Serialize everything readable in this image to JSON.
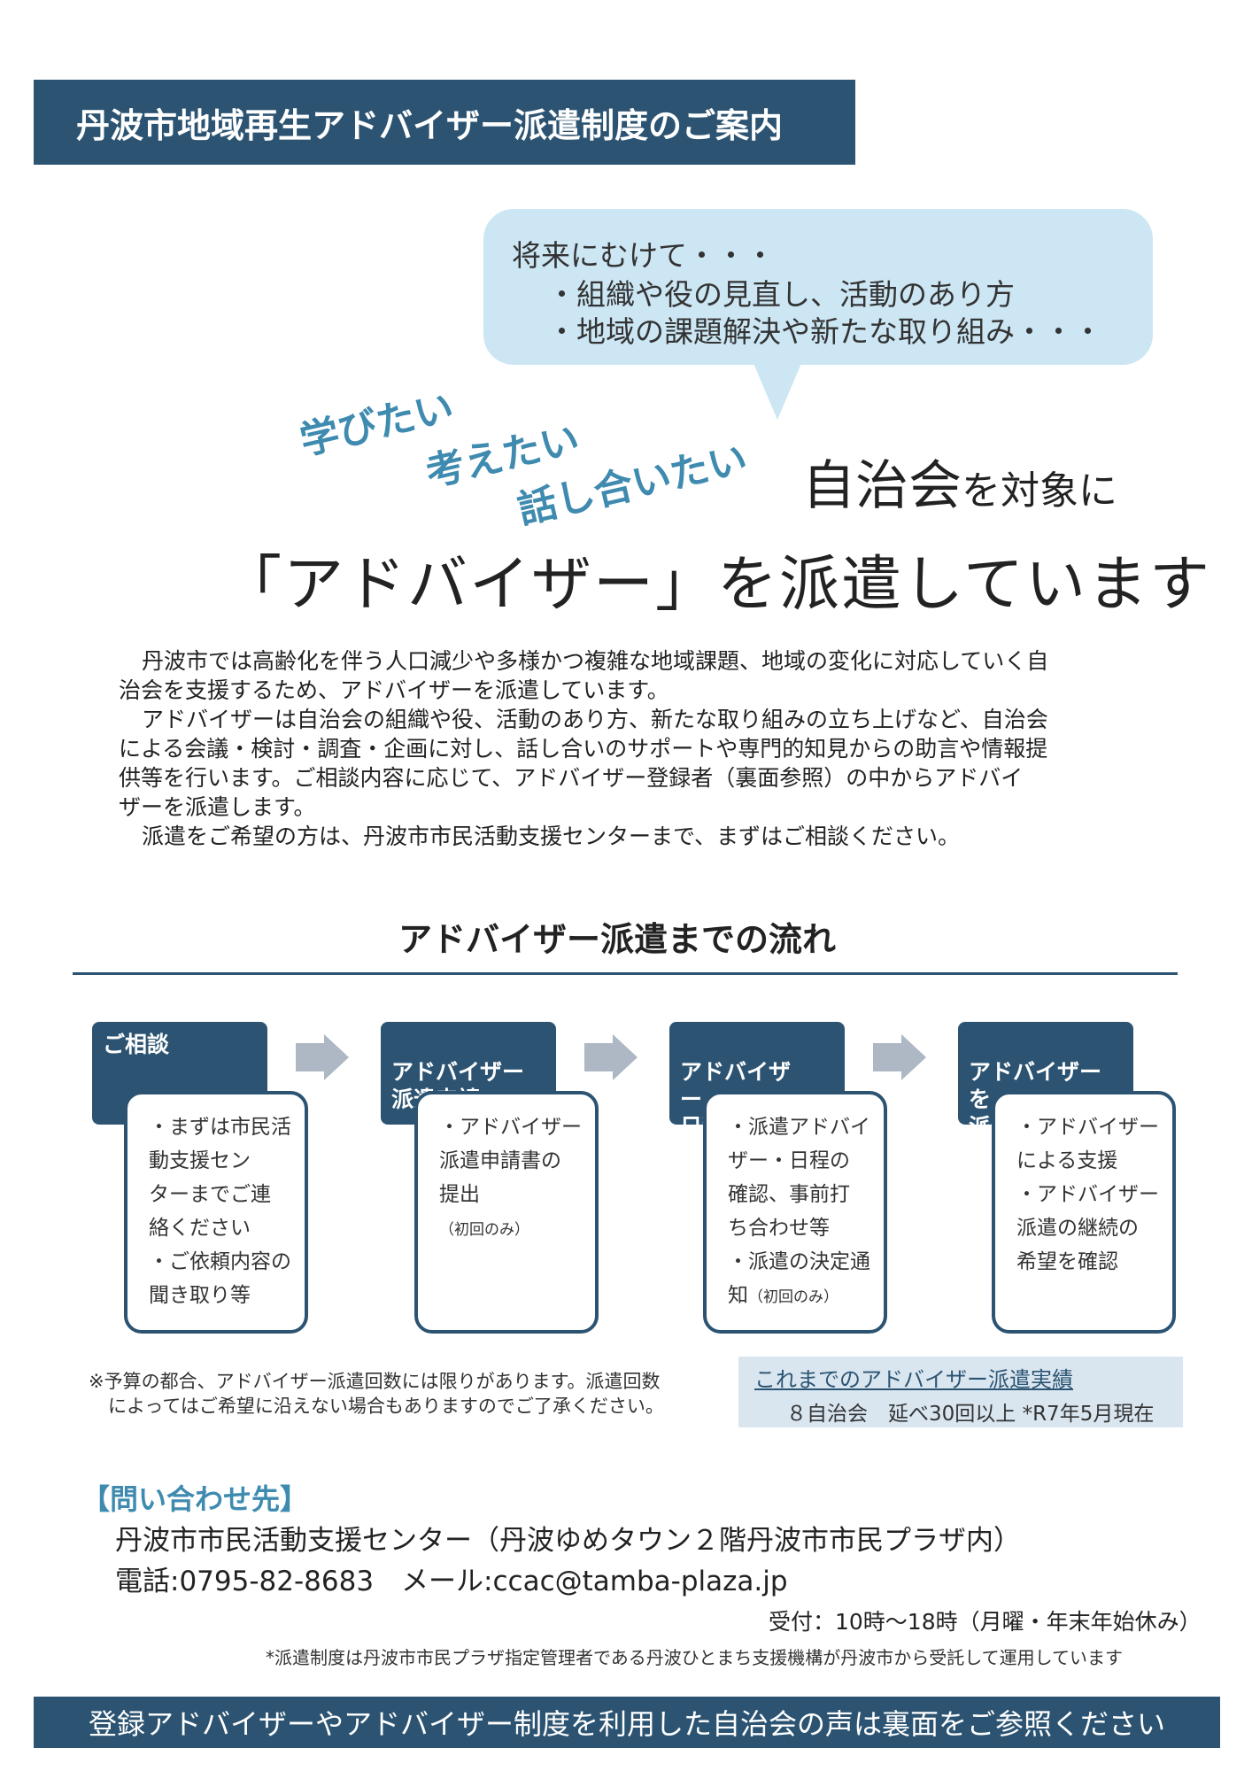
{
  "header": {
    "title": "丹波市地域再生アドバイザー派遣制度のご案内"
  },
  "bubble": {
    "line1": "将来にむけて・・・",
    "line2": "・組織や役の見直し、活動のあり方",
    "line3": "・地域の課題解決や新たな取り組み・・・"
  },
  "slanted": {
    "w1": "学びたい",
    "w2": "考えたい",
    "w3": "話し合いたい"
  },
  "lead": {
    "big": "自治会",
    "small": "を対象に",
    "line2": "「アドバイザー」を派遣しています"
  },
  "intro": {
    "p1a": "丹波市では高齢化を伴う人口減少や多様かつ複雑な地域課題、地域の変化に対応していく自",
    "p1b": "治会を支援するため、アドバイザーを派遣しています。",
    "p2a": "アドバイザーは自治会の組織や役、活動のあり方、新たな取り組みの立ち上げなど、自治会",
    "p2b": "による会議・検討・調査・企画に対し、話し合いのサポートや専門的知見からの助言や情報提",
    "p2c": "供等を行います。ご相談内容に応じて、アドバイザー登録者（裏面参照）の中からアドバイ",
    "p2d": "ザーを派遣します。",
    "p3": "派遣をご希望の方は、丹波市市民活動支援センターまで、まずはご相談ください。"
  },
  "flow": {
    "title": "アドバイザー派遣までの流れ",
    "steps": [
      {
        "head": "ご相談",
        "items": [
          "・まずは市民活\n動支援セン\nターまでご連\n絡ください",
          "・ご依頼内容の\n聞き取り等"
        ],
        "note": ""
      },
      {
        "head": "アドバイザー\n派遣申請",
        "items": [
          "・アドバイザー\n派遣申請書の\n提出"
        ],
        "note": "（初回のみ）"
      },
      {
        "head": "アドバイザー・\n日程の調整",
        "items": [
          "・派遣アドバイ\nザー・日程の\n確認、事前打\nち合わせ等",
          "・派遣の決定通\n知"
        ],
        "note": "（初回のみ）"
      },
      {
        "head": "アドバイザーを\n派遣",
        "items": [
          "・アドバイザー\nによる支援",
          "・アドバイザー\n派遣の継続の\n希望を確認"
        ],
        "note": ""
      }
    ]
  },
  "footnote": {
    "l1": "※予算の都合、アドバイザー派遣回数には限りがあります。派遣回数",
    "l2": "によってはご希望に沿えない場合もありますのでご了承ください。"
  },
  "record": {
    "title": "これまでのアドバイザー派遣実績",
    "value": "８自治会　延べ30回以上 *R7年5月現在"
  },
  "contact": {
    "title": "【問い合わせ先】",
    "org": "丹波市市民活動支援センター（丹波ゆめタウン２階丹波市市民プラザ内）",
    "phone": "電話:0795-82-8683　メール:ccac@tamba-plaza.jp",
    "hours": "受付：10時～18時（月曜・年末年始休み）",
    "disclaimer": "*派遣制度は丹波市市民プラザ指定管理者である丹波ひとまち支援機構が丹波市から受託して運用しています"
  },
  "footer": {
    "text": "登録アドバイザーやアドバイザー制度を利用した自治会の声は裏面をご参照ください"
  },
  "colors": {
    "navy": "#2c5472",
    "bubble": "#cce6f4",
    "accent": "#3f8bb0",
    "arrow": "#aeb8c4",
    "record_bg": "#d9e6f0"
  }
}
